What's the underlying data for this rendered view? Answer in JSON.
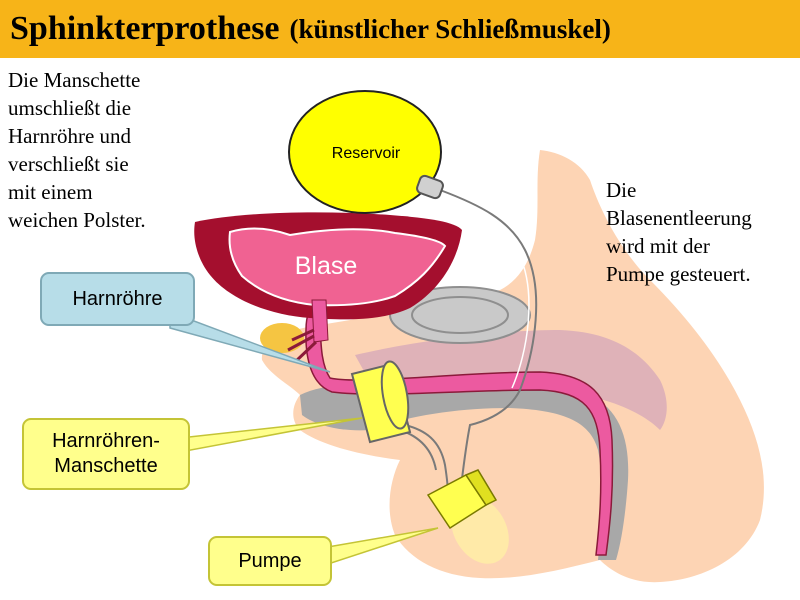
{
  "title": {
    "main": "Sphinkterprothese",
    "sub": "(künstlicher Schließmuskel)"
  },
  "left_text": {
    "lines": [
      "Die Manschette",
      "umschließt die",
      "Harnröhre und",
      "verschließt sie",
      "mit einem",
      "weichen Polster."
    ]
  },
  "right_text": {
    "lines": [
      "Die",
      "Blasenentleerung",
      "wird mit der",
      "Pumpe gesteuert."
    ]
  },
  "labels": {
    "reservoir": "Reservoir",
    "blase": "Blase",
    "harnroehre": "Harnröhre",
    "manschette_line1": "Harnröhren-",
    "manschette_line2": "Manschette",
    "pumpe": "Pumpe"
  },
  "colors": {
    "title_bar": "#f7b418",
    "reservoir": "#ffff00",
    "bladder_wall": "#a40f2e",
    "bladder_inner": "#f06292",
    "skin": "#fdd4b4",
    "tissue_gray": "#a8a8a8",
    "callout_blue": "#b7dde8",
    "callout_yellow": "#ffff8c"
  }
}
